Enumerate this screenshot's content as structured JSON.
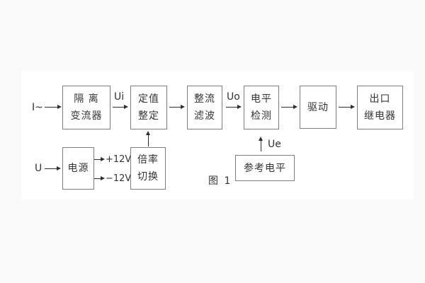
{
  "figure": {
    "caption": "图 1",
    "colors": {
      "page-bg": "#fafafa",
      "canvas-bg": "#ffffff",
      "box-border": "#7d7d7d",
      "ink": "#333333",
      "arrow": "#2e2e2e"
    }
  },
  "nodes": {
    "isolation_transformer": {
      "line1": "隔 离",
      "line2": "变流器"
    },
    "setpoint_adjust": {
      "line1": "定值",
      "line2": "整定"
    },
    "rectifier_filter": {
      "line1": "整流",
      "line2": "滤波"
    },
    "level_detector": {
      "line1": "电平",
      "line2": "检测"
    },
    "driver": {
      "label": "驱动"
    },
    "output_relay": {
      "line1": "出口",
      "line2": "继电器"
    },
    "power_supply": {
      "label": "电源"
    },
    "ratio_switch": {
      "line1": "倍率",
      "line2": "切换"
    },
    "reference_level": {
      "label": "参考电平"
    }
  },
  "labels": {
    "input_current": "I~",
    "input_voltage": "U",
    "ui": "Ui",
    "uo": "Uo",
    "ue": "Ue",
    "plus_12v": "+12V",
    "minus_12v": "−12V"
  }
}
